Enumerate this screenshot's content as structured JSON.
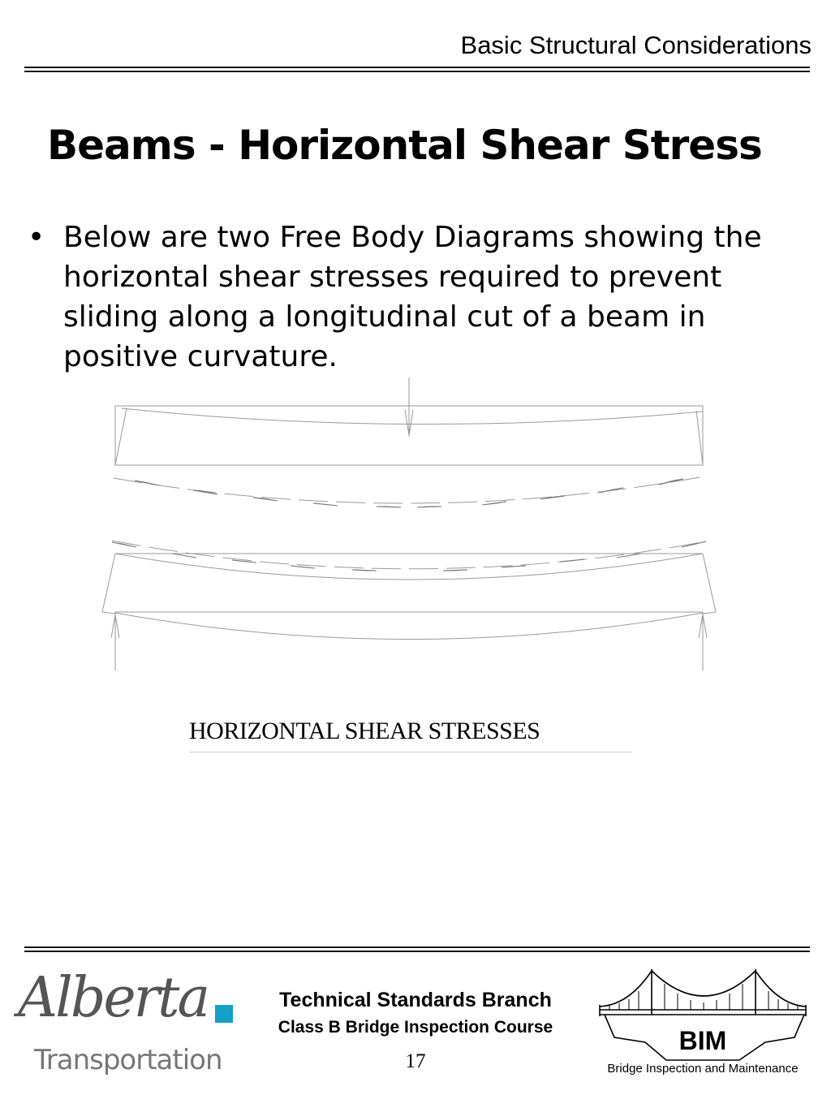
{
  "header": {
    "title": "Basic Structural Considerations"
  },
  "slide": {
    "title": "Beams - Horizontal Shear Stress",
    "bullet_symbol": "•",
    "bullet": "Below are two Free Body Diagrams showing the horizontal shear stresses required to prevent sliding along a longitudinal cut of a beam in positive curvature."
  },
  "figure": {
    "caption": "HORIZONTAL SHEAR STRESSES"
  },
  "footer": {
    "logo_script": "Alberta",
    "logo_subtitle": "Transportation",
    "logo_accent_color": "#14a0c8",
    "branch": "Technical Standards Branch",
    "course": "Class B Bridge Inspection Course",
    "page_number": "17",
    "bim_label": "BIM",
    "bim_caption": "Bridge Inspection and Maintenance"
  }
}
